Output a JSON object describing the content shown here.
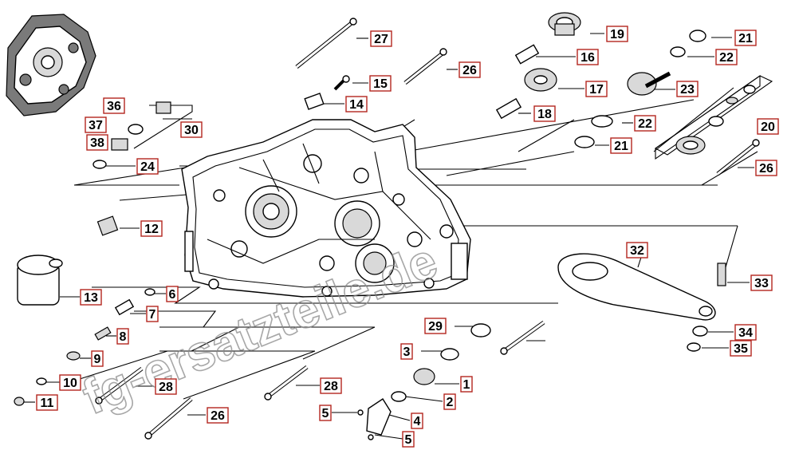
{
  "watermark": "fg-ersatzteile.de",
  "labels": [
    "27",
    "19",
    "21",
    "16",
    "26",
    "22",
    "15",
    "17",
    "23",
    "14",
    "36",
    "30",
    "18",
    "22",
    "37",
    "20",
    "21",
    "38",
    "24",
    "26",
    "12",
    "13",
    "6",
    "7",
    "8",
    "9",
    "10",
    "11",
    "28",
    "29",
    "3",
    "28",
    "1",
    "2",
    "5",
    "4",
    "5",
    "26",
    "32",
    "33",
    "34",
    "35"
  ]
}
